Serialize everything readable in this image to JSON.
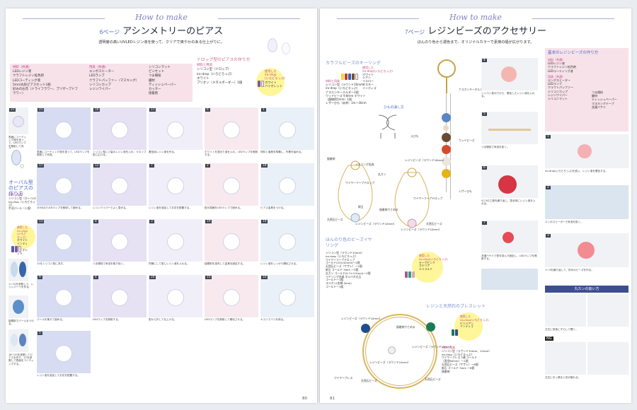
{
  "left": {
    "how_to": "How to make",
    "page_ref": "6ページ",
    "title": "アシンメトリーのピアス",
    "lead": "透明度の高いUVLEDレジン液を使って、クリアで爽やかのある仕上がりに。",
    "materials_head": "材料（共通）",
    "materials": [
      "LEDレジン液",
      "クラフトレジン拡色剤",
      "LEDコーティング液",
      "5mm丸形ピアスセット1組",
      "好みのお花（ドライフラワー、プリザーブドフラワー）"
    ],
    "tools_head": "用具（共通）",
    "tools": [
      "エンボスヒーター",
      "LEDランプ",
      "クラフトパッファー（マスキング）",
      "シリコンカップ",
      "レジンワイパー"
    ],
    "tools2": [
      "シリコンマット",
      "ピンセット",
      "つま楊枝",
      "鑢材",
      "ティッシュペーパー",
      "カッター",
      "接着剤"
    ],
    "drop_head": "ドロップ型のピアスの作り方",
    "drop_mat_head": "材料と用具",
    "drop_mat": [
      "シリコン型（ドロップ）",
      "iro-drop（いろどろっぷ）",
      "ホワイト",
      "プリオン（メタルボーダー）1個"
    ],
    "drop_used": [
      "使用した",
      "iro-drop",
      "(いろどろっぷ)",
      "ホワイト",
      "バイオレット"
    ],
    "oval_head": "オーバル型のピアスの作り方",
    "oval_mat_head": "材料と用具",
    "oval_mat": [
      "シリコン型（オーバル）",
      "iro-drop（いろどろっぷ）",
      "手羽パール（１個）"
    ],
    "oval_used": [
      "使用した",
      "iro-drop",
      "(いろどろっぷ)",
      "ホワイト",
      "インディゴ",
      "バイオレット"
    ],
    "steps": [
      {
        "n": "21",
        "t": "表面にコーティング液を塗って、LEDランプを照射して完成。"
      },
      {
        "n": "16",
        "t": "シリコン型に少量のレジン液を入れ、ドロップ型に広げる。"
      },
      {
        "n": "11",
        "t": "着色用レジン液を作る。"
      },
      {
        "n": "6",
        "t": "ホワイトを混ぜた液を入れ、LEDランプを照射する。"
      },
      {
        "n": "1",
        "t": "材料と道具を準備し、作業を始める。"
      },
      {
        "n": "17",
        "t": "10分ほどLEDランプを照射して固める。"
      },
      {
        "n": "12",
        "t": "レジンワイパーでよく混ぜる。"
      },
      {
        "n": "7",
        "t": "レジン液を追加してお花を配置する。"
      },
      {
        "n": "2",
        "t": "型の周囲をLEDランプで固める。"
      },
      {
        "n": "18",
        "t": "ピアス金具をつける。"
      },
      {
        "n": "13",
        "t": "12をシリコン型に流す。"
      },
      {
        "n": "8",
        "t": "つま楊枝で気泡を取り除く。"
      },
      {
        "n": "3",
        "t": "同様にして型にレジン液を入れる。"
      },
      {
        "n": "19",
        "t": "接着剤を塗布して金具を固定する。"
      },
      {
        "n": "14",
        "t": "レジン液をしっかり硬化させる。"
      },
      {
        "n": "9",
        "t": "パールを乗せて固める。"
      },
      {
        "n": "4",
        "t": "LEDランプを照射する。"
      },
      {
        "n": "20",
        "t": "型から外して仕上げる。"
      },
      {
        "n": "15",
        "t": "LEDランプを照射して硬化させる。"
      },
      {
        "n": "10",
        "t": "ヤスリでバリを削る。"
      },
      {
        "n": "5",
        "t": "レジン液を追加してお花を配置する。"
      }
    ],
    "side_steps": [
      {
        "t": "1〜15を参照して、レジンパーツを作る。"
      },
      {
        "t": "接着剤でパールをつける。"
      },
      {
        "t": "16〜20を参照してピアスを作り、21を参照して表面をコーティングする。"
      }
    ],
    "page_num": "80"
  },
  "right": {
    "how_to": "How to make",
    "page_ref": "7ページ",
    "title": "レジンビーズのアクセサリー",
    "lead": "ほんのり色から濃色まで、オリジナルカラーで素焼の幅が広がります。",
    "key_head": "カラフルビーズのキーリング",
    "key_mat_head": "材料と用具",
    "key_mat": [
      "シリコン型（ラウンド16mm）",
      "iro-drop（いろどろっぷ）",
      "ナスカンキーホルダー1個",
      "ウッドビーズ 9.8mm ホワイト",
      "（銀線約5mm）1個",
      "レザーひも（赤茶）1m〜30cm"
    ],
    "key_used": [
      "使用した",
      "iro-drop(いろどろっぷ)",
      "ホワイト",
      "シアン",
      "イエロー",
      "マスター",
      "インディゴ"
    ],
    "himo": "ひもの通し方",
    "labels_key": [
      "ナスカンキーホルダー",
      "えびも",
      "ウッドビーズ",
      "レジンビーズ（ラウンド16mm）",
      "レザーひも"
    ],
    "ear_labels": [
      "接着剤",
      "イヤリング金具",
      "丸カン",
      "ワイヤーフープドロップ",
      "ワイヤーフープドロップ",
      "接着剤でとめる",
      "天然石ビーズ",
      "レジンビーズ（ラウンド10mm）",
      "レジンビーズ（ラウンド10mm）",
      "天然石ビーズ",
      "銅玉"
    ],
    "ear_head": "ほんのり色のビーズイヤリング",
    "ear_mat": [
      "シリコン型（ラウンド10mm）",
      "iro-drop（いろどろっぷ）",
      "ワイヤーフープドロップ",
      "ゴールド(25×42mm)一2個",
      "天然石ビーズ（サザレ）一2個",
      "銅玉 ゴールド 3mm 一2個",
      "丸カン ゴールド(0.7×3.5mm)一2個",
      "イヤリング金具 ネジバネ丸玉",
      "ゴールド一1組",
      "ヨコカン(金線 5mm)",
      "ゴールド一1組"
    ],
    "ear_used": [
      "使用した",
      "iro-drop(いろどろっぷ)",
      "モーヴピンク",
      "カテリア",
      "エメラルド"
    ],
    "brace_head": "レジンと天然石のブレスレット",
    "brace_labels": [
      "レジンビーズ（ラウンド10mm）",
      "接着剤でとめる",
      "レジンビーズ（ラウンド10mm）",
      "レジンビーズ（ラウンド10mm）",
      "天然石ビーズ",
      "ワイヤーブレス",
      "天然石ビーズ"
    ],
    "brace_used": [
      "使用した",
      "iro-drop(いろどろっぷ)",
      "ビリジアン",
      "インディゴ"
    ],
    "brace_mat_head": "材料と用具",
    "brace_mat": [
      "シリコン型（ラウンド10mm、12mm）",
      "iro-drop（いろどろっぷ）",
      "ワイヤーブレス 2連 ゴールド",
      "（直径60mm）一1個",
      "天然石ビーズ（サザレ）一6個",
      "銅玉 ゴールド 3mm 一6個",
      "接着剤"
    ],
    "base_head": "基本のレジンビーズの作り方",
    "base_mat_head": "材料（共通）",
    "base_mat": [
      "LEDレジン液",
      "クラフトレジン拡色剤",
      "LEDコーティング液"
    ],
    "base_tool_head": "用具（共通）",
    "base_tools": [
      "エンボスヒーター",
      "LEDランプ",
      "クラフトパッファー",
      "シリコンカップ",
      "レジンワイパー",
      "シリコンマット"
    ],
    "base_tools2": [
      "つま楊枝",
      "鑢材",
      "ティッシュペーパー",
      "マスキングテープ",
      "洗濯バサミ"
    ],
    "steps": [
      {
        "n": "4",
        "t": "シリコン型の穴から、着色したレジン液を入れる。"
      },
      {
        "n": "5",
        "t": "つま楊枝で気泡を抜く。"
      },
      {
        "n": "6",
        "t": "4と5の工程を繰り返し、型全体にレジン液を入れる。"
      },
      {
        "n": "7",
        "t": "洗濯バサミで型を挟んで固定し、LEDランプを照射する。"
      },
      {
        "n": "1",
        "t": "iro-drop(いろどろっぷ)を使い、レジン液を着色する。"
      },
      {
        "n": "2",
        "t": "エンボスヒーターで気泡を抜く。"
      },
      {
        "n": "3",
        "t": "1〜3を繰り返して、好みのビーズを作る。"
      }
    ],
    "maru_head": "丸カンの扱い方",
    "maru_ok": "左右に前後にずらして開く。",
    "ng": "NG",
    "maru_ng": "左右に引っ張ると形が崩れる。",
    "page_num": "81"
  }
}
